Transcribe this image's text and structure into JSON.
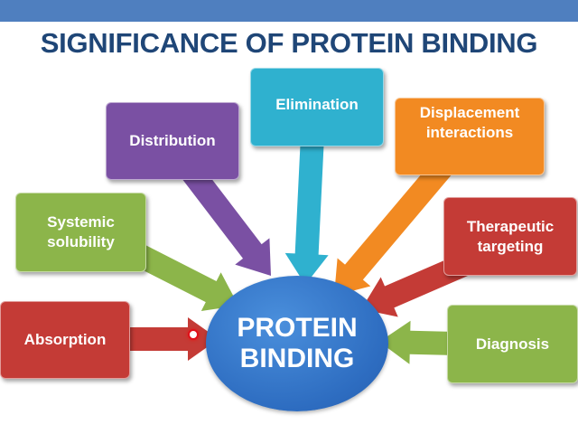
{
  "title": "SIGNIFICANCE OF PROTEIN BINDING",
  "hub": {
    "line1": "PROTEIN",
    "line2": "BINDING",
    "color": "#2d6cc0"
  },
  "nodes": [
    {
      "id": "absorption",
      "line1": "Absorption",
      "line2": "",
      "color": "#c43b36"
    },
    {
      "id": "systemic-solubility",
      "line1": "Systemic",
      "line2": "solubility",
      "color": "#8cb54a"
    },
    {
      "id": "distribution",
      "line1": "Distribution",
      "line2": "",
      "color": "#7a50a3"
    },
    {
      "id": "elimination",
      "line1": "Elimination",
      "line2": "",
      "color": "#2fb1cf"
    },
    {
      "id": "displacement-interactions",
      "line1": "Displacement",
      "line2": "interactions",
      "color": "#f28a22"
    },
    {
      "id": "therapeutic-targeting",
      "line1": "Therapeutic",
      "line2": "targeting",
      "color": "#c43b36"
    },
    {
      "id": "diagnosis",
      "line1": "Diagnosis",
      "line2": "",
      "color": "#8cb54a"
    }
  ]
}
